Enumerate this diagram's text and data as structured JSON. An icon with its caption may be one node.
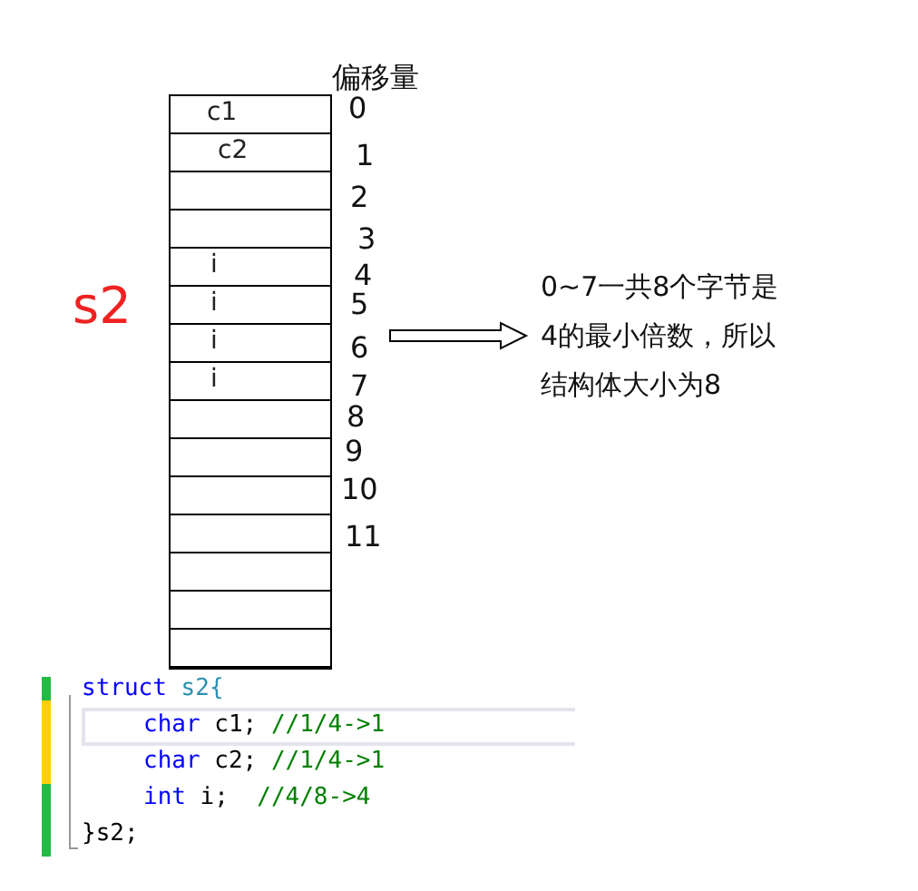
{
  "diagram": {
    "nodes": [
      {
        "text": [],
        "shape": "box"
      },
      {
        "text": [
          "c1"
        ],
        "in": 0
      },
      {
        "text": [
          "c2"
        ],
        "in": 0
      },
      {
        "text": [],
        "shape": "box",
        "in": 0
      },
      {
        "text": [],
        "shape": "box",
        "in": 0
      },
      {
        "text": [
          "i"
        ],
        "in": 0
      },
      {
        "text": [
          "i"
        ],
        "in": 0
      },
      {
        "text": [
          "i"
        ],
        "in": 0
      },
      {
        "text": [
          "i"
        ],
        "in": 0
      },
      {
        "text": [],
        "shape": "box",
        "in": 0
      },
      {
        "text": [],
        "shape": "box",
        "in": 0
      },
      {
        "text": [],
        "shape": "box",
        "in": 0
      },
      {
        "text": [],
        "shape": "box",
        "in": 0
      },
      {
        "text": [],
        "shape": "box",
        "in": 0
      },
      {
        "text": [],
        "shape": "box",
        "in": 0
      },
      {
        "text": [],
        "shape": "box",
        "in": 0
      },
      {
        "text": [
          "0~7一共8个字节是4的最小倍数，所以结构体大小为8"
        ]
      }
    ],
    "edges": [
      {
        "from": 0,
        "to": 16,
        "arrow": "to"
      }
    ],
    "labels": [
      "偏移量",
      "0",
      "1",
      "2",
      "3",
      "4",
      "5",
      "6",
      "7",
      "8",
      "9",
      "10",
      "11",
      "s2",
      "struct s2{",
      "char c1; //1/4->1",
      "char c2; //1/4->1",
      "int i;  //4/8->4",
      "}s2;"
    ]
  }
}
